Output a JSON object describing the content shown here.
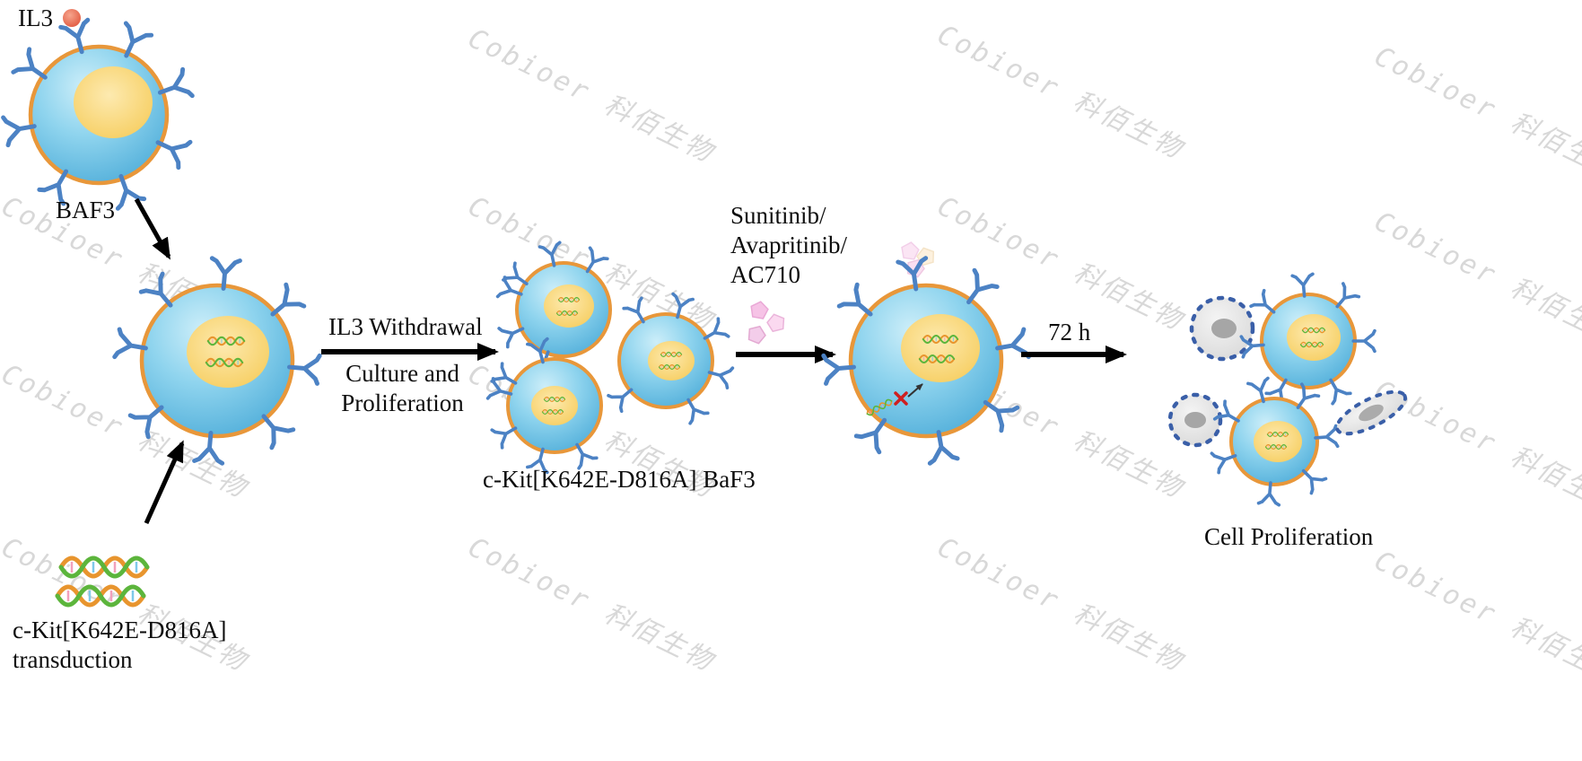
{
  "watermark": {
    "text": "Cobioer 科佰生物"
  },
  "labels": {
    "il3": "IL3",
    "baf3": "BAF3",
    "il3_withdrawal": "IL3 Withdrawal",
    "culture_line1": "Culture and",
    "culture_line2": "Proliferation",
    "ckit_baf3": "c-Kit[K642E-D816A] BaF3",
    "drug_line1": "Sunitinib/",
    "drug_line2": "Avapritinib/",
    "drug_line3": "AC710",
    "duration": "72 h",
    "cell_proliferation": "Cell Proliferation",
    "transduction_line1": "c-Kit[K642E-D816A]",
    "transduction_line2": "transduction"
  },
  "colors": {
    "cell_body": "#7fcbe9",
    "cell_membrane": "#e8973a",
    "nucleus": "#f8d367",
    "receptor": "#4c82c4",
    "il3_ligand": "#e8654a",
    "dna_strand_orange": "#e8952e",
    "dna_strand_green": "#5cb53c",
    "drug_molecule": "#f6cde9",
    "dead_cell_body": "#e3e3e3",
    "dead_cell_border": "#3a5fa8",
    "arrow": "#000000",
    "watermark": "#cfcfcf"
  }
}
